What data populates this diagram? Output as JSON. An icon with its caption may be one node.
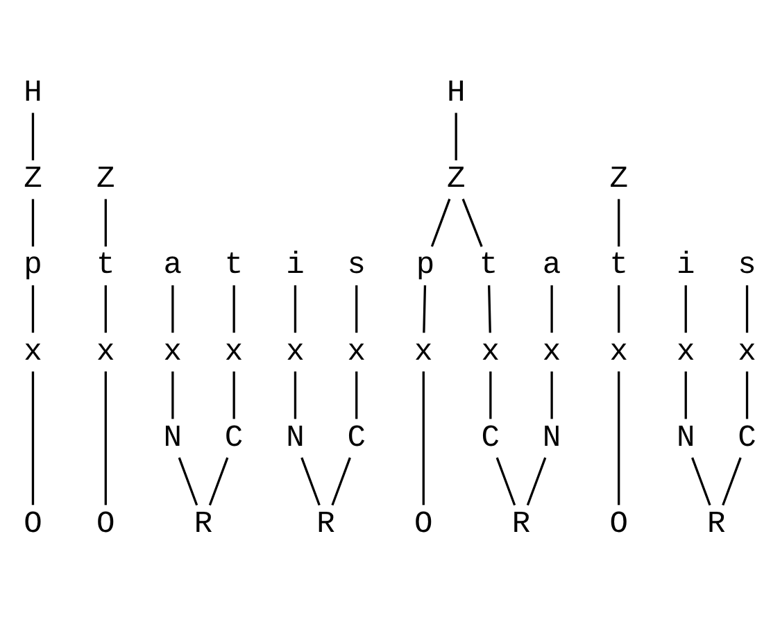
{
  "diagram": {
    "nodes": [
      {
        "text": [
          "H"
        ]
      },
      {
        "text": [
          "Z"
        ]
      },
      {
        "text": [
          "Z"
        ]
      },
      {
        "text": [
          "t"
        ]
      },
      {
        "text": [
          "a"
        ]
      },
      {
        "text": [
          "t"
        ]
      },
      {
        "text": [
          "p"
        ]
      },
      {
        "text": [
          "i"
        ]
      },
      {
        "text": [
          "s"
        ]
      },
      {
        "text": [
          "x"
        ]
      },
      {
        "text": [
          "x"
        ]
      },
      {
        "text": [
          "x"
        ]
      },
      {
        "text": [
          "x"
        ]
      },
      {
        "text": [
          "x"
        ]
      },
      {
        "text": [
          "x"
        ]
      },
      {
        "text": [
          "N"
        ]
      },
      {
        "text": [
          "C"
        ]
      },
      {
        "text": [
          "N"
        ]
      },
      {
        "text": [
          "C"
        ]
      },
      {
        "text": [
          "O"
        ]
      },
      {
        "text": [
          "R"
        ]
      },
      {
        "text": [
          "O"
        ]
      },
      {
        "text": [
          "R"
        ]
      },
      {
        "text": [
          "H"
        ]
      },
      {
        "text": [
          "Z"
        ]
      },
      {
        "text": [
          "Z"
        ]
      },
      {
        "text": [
          "t"
        ]
      },
      {
        "text": [
          "a"
        ]
      },
      {
        "text": [
          "t"
        ]
      },
      {
        "text": [
          "p"
        ]
      },
      {
        "text": [
          "i"
        ]
      },
      {
        "text": [
          "s"
        ]
      },
      {
        "text": [
          "x"
        ]
      },
      {
        "text": [
          "x"
        ]
      },
      {
        "text": [
          "x"
        ]
      },
      {
        "text": [
          "x"
        ]
      },
      {
        "text": [
          "x"
        ]
      },
      {
        "text": [
          "x"
        ]
      },
      {
        "text": [
          "N"
        ]
      },
      {
        "text": [
          "C"
        ]
      },
      {
        "text": [
          "N"
        ]
      },
      {
        "text": [
          "C"
        ]
      },
      {
        "text": [
          "O"
        ]
      },
      {
        "text": [
          "R"
        ]
      },
      {
        "text": [
          "O"
        ]
      },
      {
        "text": [
          "R"
        ]
      }
    ],
    "edges": [
      {
        "from": 0,
        "to": 2,
        "arrow": "none"
      },
      {
        "from": 1,
        "to": 3,
        "arrow": "none"
      },
      {
        "from": 2,
        "to": 6,
        "arrow": "none"
      },
      {
        "from": 3,
        "to": 9,
        "arrow": "none"
      },
      {
        "from": 4,
        "to": 10,
        "arrow": "none"
      },
      {
        "from": 5,
        "to": 11,
        "arrow": "none"
      },
      {
        "from": 6,
        "to": 12,
        "arrow": "none"
      },
      {
        "from": 7,
        "to": 13,
        "arrow": "none"
      },
      {
        "from": 8,
        "to": 14,
        "arrow": "none"
      },
      {
        "from": 9,
        "to": 19,
        "arrow": "none"
      },
      {
        "from": 10,
        "to": 15,
        "arrow": "none"
      },
      {
        "from": 11,
        "to": 16,
        "arrow": "none"
      },
      {
        "from": 15,
        "to": 20,
        "arrow": "none"
      },
      {
        "from": 16,
        "to": 20,
        "arrow": "none"
      },
      {
        "from": 12,
        "to": 21,
        "arrow": "none"
      },
      {
        "from": 13,
        "to": 17,
        "arrow": "none"
      },
      {
        "from": 14,
        "to": 18,
        "arrow": "none"
      },
      {
        "from": 17,
        "to": 22,
        "arrow": "none"
      },
      {
        "from": 18,
        "to": 22,
        "arrow": "none"
      },
      {
        "from": 23,
        "to": 25,
        "arrow": "none"
      },
      {
        "from": 24,
        "to": 26,
        "arrow": "none"
      },
      {
        "from": 25,
        "to": 28,
        "arrow": "none"
      },
      {
        "from": 25,
        "to": 29,
        "arrow": "none"
      },
      {
        "from": 26,
        "to": 32,
        "arrow": "none"
      },
      {
        "from": 27,
        "to": 33,
        "arrow": "none"
      },
      {
        "from": 28,
        "to": 34,
        "arrow": "none"
      },
      {
        "from": 29,
        "to": 35,
        "arrow": "none"
      },
      {
        "from": 30,
        "to": 36,
        "arrow": "none"
      },
      {
        "from": 31,
        "to": 37,
        "arrow": "none"
      },
      {
        "from": 32,
        "to": 42,
        "arrow": "none"
      },
      {
        "from": 33,
        "to": 38,
        "arrow": "none"
      },
      {
        "from": 34,
        "to": 39,
        "arrow": "none"
      },
      {
        "from": 38,
        "to": 43,
        "arrow": "none"
      },
      {
        "from": 39,
        "to": 43,
        "arrow": "none"
      },
      {
        "from": 35,
        "to": 44,
        "arrow": "none"
      },
      {
        "from": 36,
        "to": 40,
        "arrow": "none"
      },
      {
        "from": 37,
        "to": 41,
        "arrow": "none"
      },
      {
        "from": 40,
        "to": 45,
        "arrow": "none"
      },
      {
        "from": 41,
        "to": 45,
        "arrow": "none"
      }
    ]
  }
}
